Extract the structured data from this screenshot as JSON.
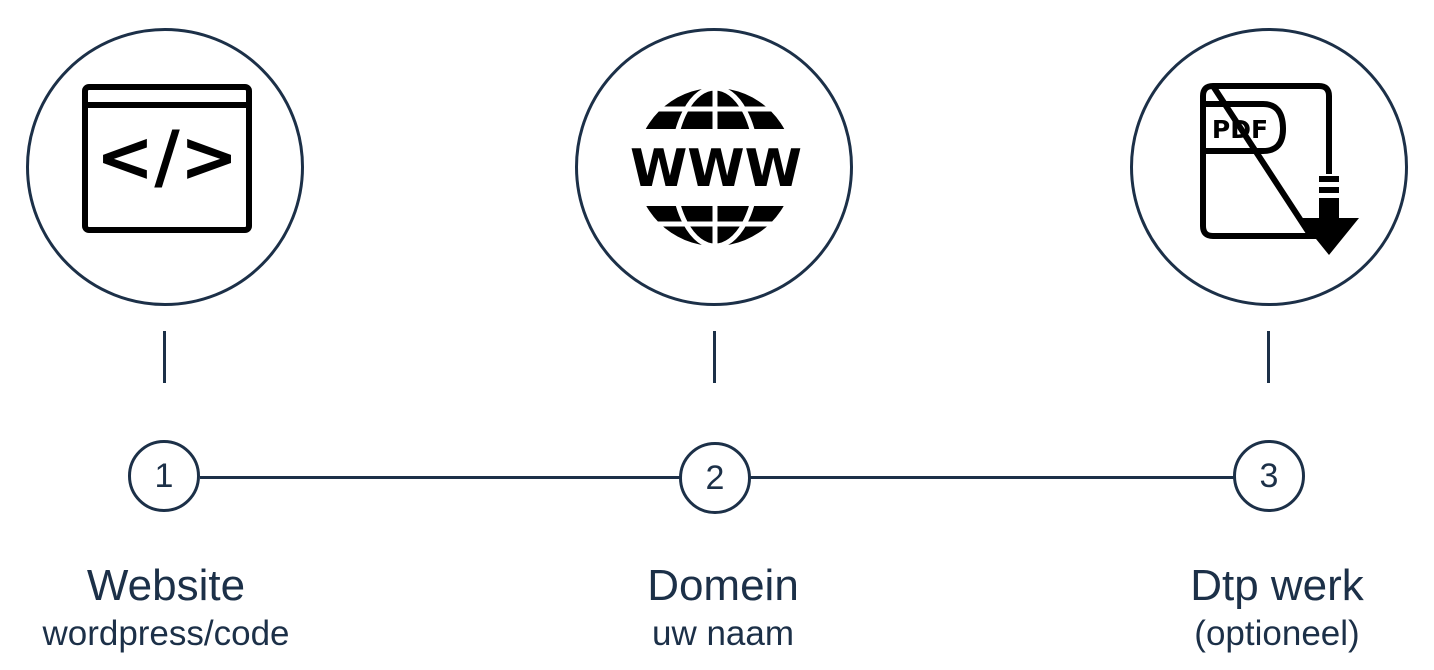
{
  "steps": [
    {
      "number": "1",
      "title": "Website",
      "subtitle": "wordpress/code",
      "icon": "code-window-icon",
      "icon_glyph": "</>"
    },
    {
      "number": "2",
      "title": "Domein",
      "subtitle": "uw naam",
      "icon": "www-globe-icon",
      "icon_glyph": "WWW"
    },
    {
      "number": "3",
      "title": "Dtp werk",
      "subtitle": "(optioneel)",
      "icon": "pdf-download-icon",
      "icon_glyph": "PDF"
    }
  ],
  "colors": {
    "outline": "#1c3048",
    "icon": "#000000",
    "background": "#ffffff"
  }
}
